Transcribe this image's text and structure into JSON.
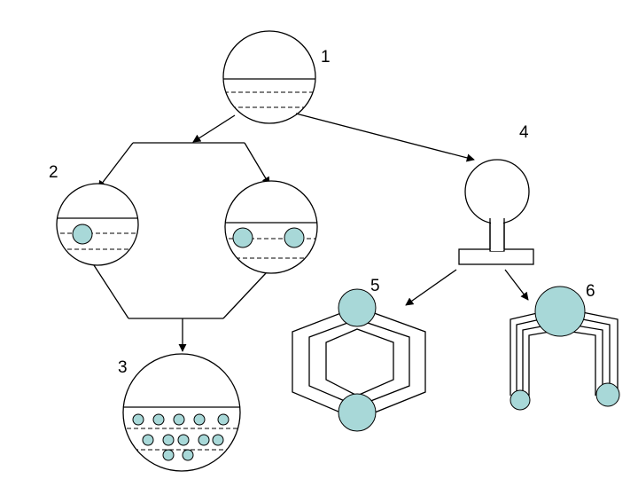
{
  "labels": {
    "step1": "1",
    "step2": "2",
    "step3": "3",
    "step4": "4",
    "step5": "5",
    "step6": "6"
  },
  "colors": {
    "bubble": "#a8d8d8",
    "line": "#000000",
    "background": "#ffffff"
  }
}
